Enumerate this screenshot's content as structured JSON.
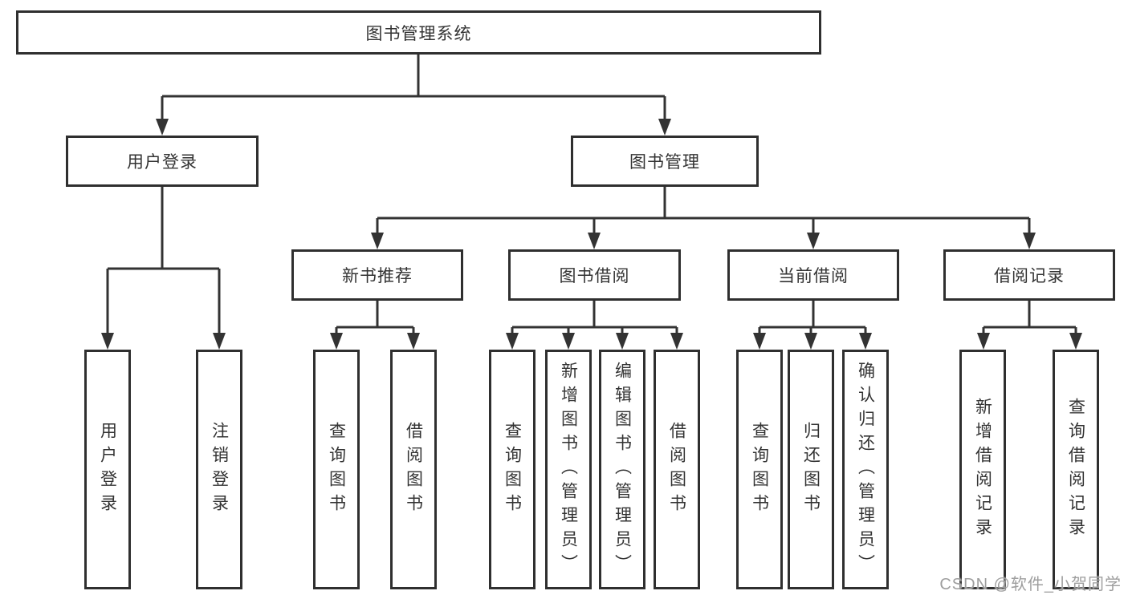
{
  "tree": {
    "root": {
      "label": "图书管理系统"
    },
    "children": [
      {
        "label": "用户登录",
        "children": [
          {
            "label": "用户登录"
          },
          {
            "label": "注销登录"
          }
        ]
      },
      {
        "label": "图书管理",
        "children": [
          {
            "label": "新书推荐",
            "children": [
              {
                "label": "查询图书"
              },
              {
                "label": "借阅图书"
              }
            ]
          },
          {
            "label": "图书借阅",
            "children": [
              {
                "label": "查询图书"
              },
              {
                "label": "新增图书（管理员）"
              },
              {
                "label": "编辑图书（管理员）"
              },
              {
                "label": "借阅图书"
              }
            ]
          },
          {
            "label": "当前借阅",
            "children": [
              {
                "label": "查询图书"
              },
              {
                "label": "归还图书"
              },
              {
                "label": "确认归还（管理员）"
              }
            ]
          },
          {
            "label": "借阅记录",
            "children": [
              {
                "label": "新增借阅记录"
              },
              {
                "label": "查询借阅记录"
              }
            ]
          }
        ]
      }
    ]
  },
  "watermark": {
    "text": "CSDN @软件_小贺同学"
  },
  "colors": {
    "line": "#333333",
    "box_border": "#2f2f2f",
    "text": "#333333",
    "background": "#ffffff",
    "watermark": "#9e9e9e"
  }
}
